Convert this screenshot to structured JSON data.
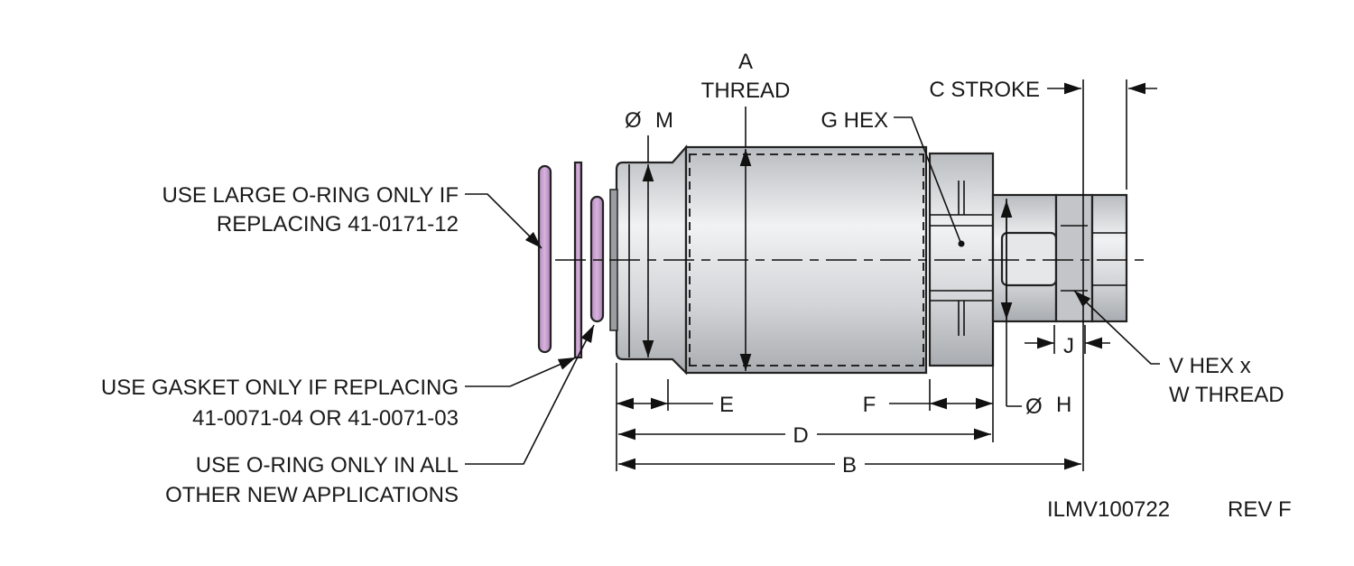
{
  "labels": {
    "a_line1": "A",
    "a_line2": "THREAD",
    "m": "M",
    "g_hex": "G HEX",
    "c_stroke": "C STROKE",
    "e": "E",
    "f": "F",
    "d": "D",
    "b": "B",
    "h": "H",
    "j": "J",
    "vw_line1": "V HEX x",
    "vw_line2": "W THREAD",
    "diameter_symbol": "Ø"
  },
  "notes": {
    "large_oring_line1": "USE LARGE O-RING ONLY IF",
    "large_oring_line2": "REPLACING 41-0171-12",
    "gasket_line1": "USE GASKET ONLY IF REPLACING",
    "gasket_line2": "41-0071-04 OR 41-0071-03",
    "oring_line1": "USE O-RING ONLY IN ALL",
    "oring_line2": "OTHER NEW APPLICATIONS"
  },
  "footer": {
    "drawing_number": "ILMV100722",
    "revision": "REV F"
  },
  "colors": {
    "seal": "#c49ccc",
    "metal": "#d4d6d9"
  }
}
